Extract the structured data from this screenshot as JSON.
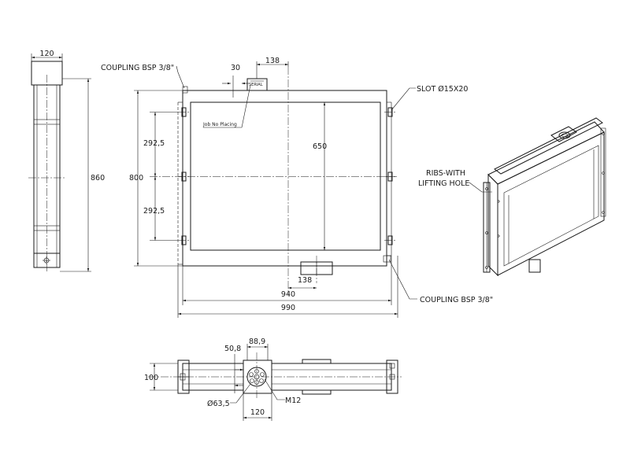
{
  "side_view": {
    "width_dim": "120",
    "height_dim": "860"
  },
  "front_view": {
    "coupling_top_label": "COUPLING BSP 3/8\"",
    "offset_dim": "30",
    "top_port_dim": "138",
    "plate_label": "Job No Placing",
    "plate_text": "SERIAL",
    "slot_label": "SLOT Ø15X20",
    "height_dim": "800",
    "core_height_dim": "650",
    "spacing_upper_dim": "292,5",
    "spacing_lower_dim": "292,5",
    "bottom_port_dim": "138",
    "inner_width_dim": "940",
    "overall_width_dim": "990",
    "coupling_bottom_label": "COUPLING BSP 3/8\""
  },
  "iso_view": {
    "ribs_label_line1": "RIBS-WITH",
    "ribs_label_line2": "LIFTING HOLE"
  },
  "plan_view": {
    "offset_dim": "50,8",
    "pcd_dim": "88,9",
    "depth_dim": "100",
    "bore_dim": "Ø63,5",
    "thread_dim": "M12",
    "flange_width_dim": "120"
  }
}
